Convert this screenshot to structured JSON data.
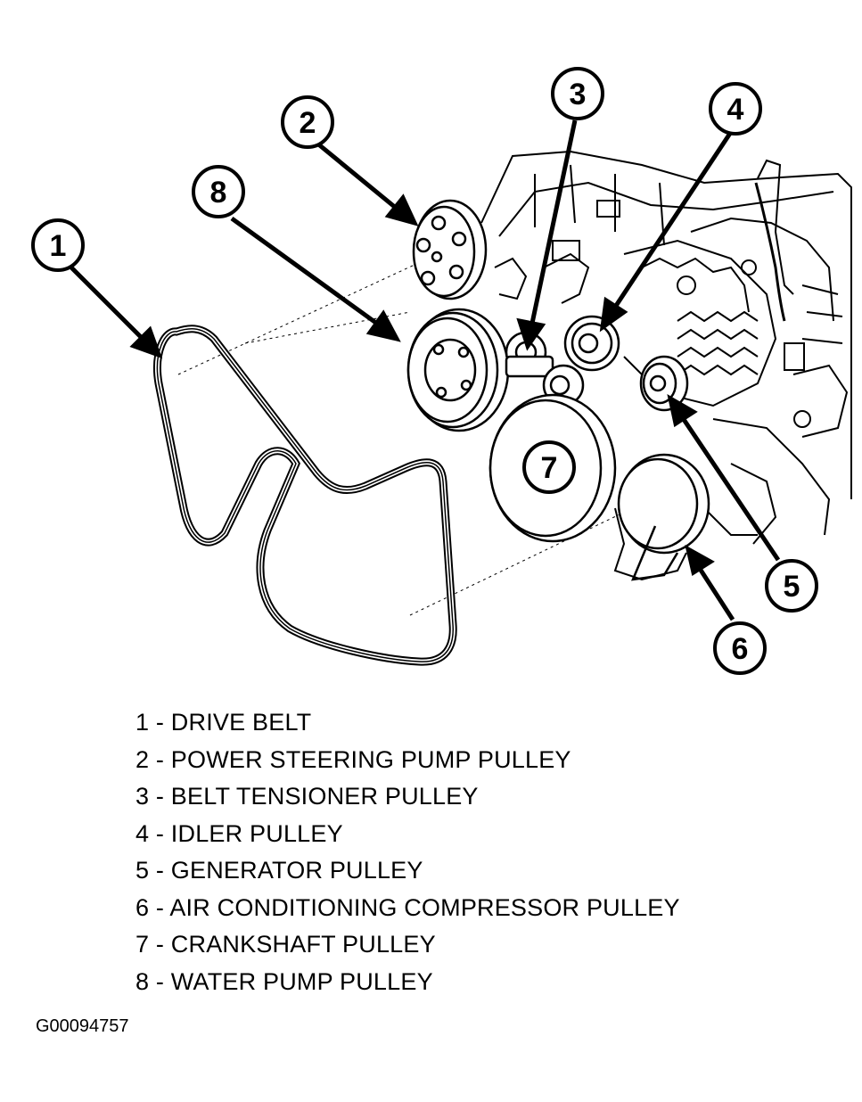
{
  "callouts": [
    {
      "number": "1",
      "name": "DRIVE BELT"
    },
    {
      "number": "2",
      "name": "POWER STEERING PUMP PULLEY"
    },
    {
      "number": "3",
      "name": "BELT TENSIONER PULLEY"
    },
    {
      "number": "4",
      "name": "IDLER PULLEY"
    },
    {
      "number": "5",
      "name": "GENERATOR PULLEY"
    },
    {
      "number": "6",
      "name": "AIR CONDITIONING COMPRESSOR PULLEY"
    },
    {
      "number": "7",
      "name": "CRANKSHAFT PULLEY"
    },
    {
      "number": "8",
      "name": "WATER PUMP PULLEY"
    }
  ],
  "legend": [
    "1 - DRIVE BELT",
    "2 - POWER STEERING PUMP PULLEY",
    "3 - BELT TENSIONER PULLEY",
    "4 - IDLER PULLEY",
    "5 - GENERATOR PULLEY",
    "6 - AIR CONDITIONING COMPRESSOR PULLEY",
    "7 - CRANKSHAFT PULLEY",
    "8 - WATER PUMP PULLEY"
  ],
  "figure_id": "G00094757",
  "colors": {
    "ink": "#000000",
    "paper": "#ffffff"
  }
}
